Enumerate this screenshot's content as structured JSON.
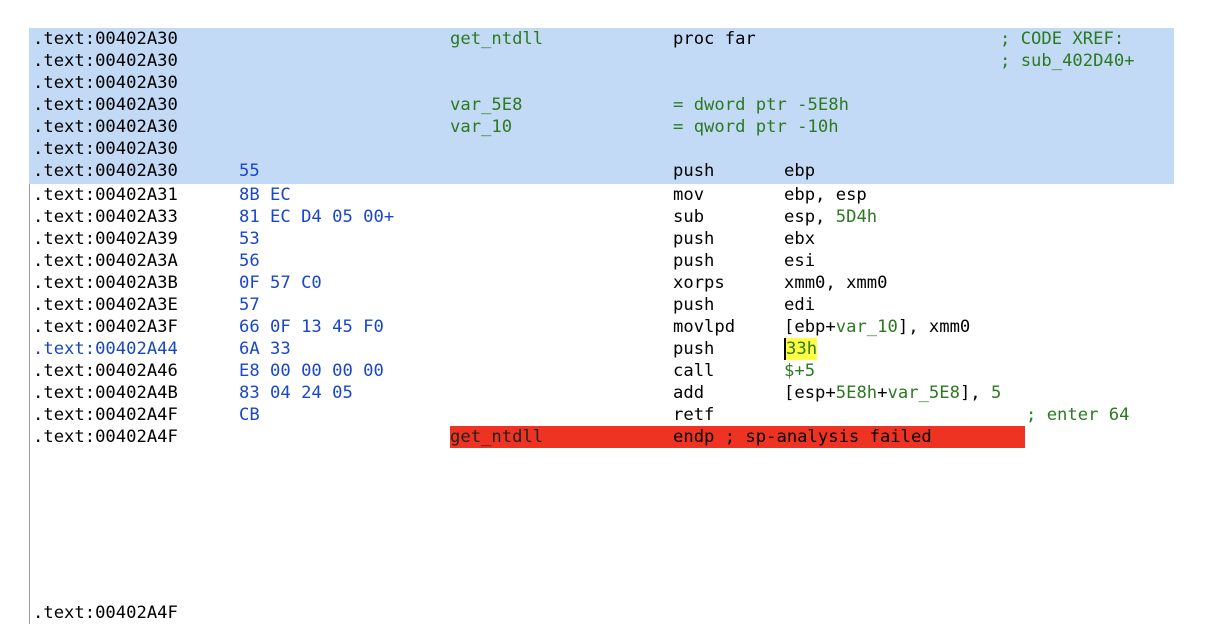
{
  "listing": {
    "rows": [
      {
        "addr": ".text:00402A30",
        "bytes": "",
        "name": "get_ntdll",
        "mnem": "proc far",
        "ops": "",
        "cmt": "; CODE XREF:"
      },
      {
        "addr": ".text:00402A30",
        "bytes": "",
        "name": "",
        "mnem": "",
        "ops": "",
        "cmt": "; sub_402D40+"
      },
      {
        "addr": ".text:00402A30",
        "bytes": "",
        "name": "",
        "mnem": "",
        "ops": "",
        "cmt": ""
      },
      {
        "addr": ".text:00402A30",
        "bytes": "",
        "name": "var_5E8",
        "mnem": "= dword ptr -5E8h",
        "ops": "",
        "cmt": ""
      },
      {
        "addr": ".text:00402A30",
        "bytes": "",
        "name": "var_10",
        "mnem": "= qword ptr -10h",
        "ops": "",
        "cmt": ""
      },
      {
        "addr": ".text:00402A30",
        "bytes": "",
        "name": "",
        "mnem": "",
        "ops": "",
        "cmt": ""
      },
      {
        "addr": ".text:00402A30",
        "bytes": "55",
        "name": "",
        "mnem": "push",
        "ops": "ebp",
        "cmt": ""
      },
      {
        "addr": ".text:00402A31",
        "bytes": "8B EC",
        "name": "",
        "mnem": "mov",
        "ops": "ebp, esp",
        "cmt": ""
      },
      {
        "addr": ".text:00402A33",
        "bytes": "81 EC D4 05 00+",
        "name": "",
        "mnem": "sub",
        "ops": "esp, 5D4h",
        "cmt": ""
      },
      {
        "addr": ".text:00402A39",
        "bytes": "53",
        "name": "",
        "mnem": "push",
        "ops": "ebx",
        "cmt": ""
      },
      {
        "addr": ".text:00402A3A",
        "bytes": "56",
        "name": "",
        "mnem": "push",
        "ops": "esi",
        "cmt": ""
      },
      {
        "addr": ".text:00402A3B",
        "bytes": "0F 57 C0",
        "name": "",
        "mnem": "xorps",
        "ops": "xmm0, xmm0",
        "cmt": ""
      },
      {
        "addr": ".text:00402A3E",
        "bytes": "57",
        "name": "",
        "mnem": "push",
        "ops": "edi",
        "cmt": ""
      },
      {
        "addr": ".text:00402A3F",
        "bytes": "66 0F 13 45 F0",
        "name": "",
        "mnem": "movlpd",
        "ops": "[ebp+var_10], xmm0",
        "cmt": ""
      },
      {
        "addr": ".text:00402A44",
        "bytes": "6A 33",
        "name": "",
        "mnem": "push",
        "ops": "33h",
        "cmt": ""
      },
      {
        "addr": ".text:00402A46",
        "bytes": "E8 00 00 00 00",
        "name": "",
        "mnem": "call",
        "ops": "$+5",
        "cmt": ""
      },
      {
        "addr": ".text:00402A4B",
        "bytes": "83 04 24 05",
        "name": "",
        "mnem": "add",
        "ops": "[esp+5E8h+var_5E8], 5",
        "cmt": ""
      },
      {
        "addr": ".text:00402A4F",
        "bytes": "CB",
        "name": "",
        "mnem": "retf",
        "ops": "",
        "cmt": "; enter 64"
      },
      {
        "addr": ".text:00402A4F",
        "bytes": "",
        "name": "get_ntdll",
        "mnem": "endp ; sp-analysis failed",
        "ops": "",
        "cmt": ""
      }
    ],
    "cut_row": ".text:00402A4F"
  },
  "colors": {
    "highlight": "#c2daf5",
    "bytes": "#1a47c8",
    "names": "#2b7a20",
    "error": "#ef3322",
    "cursor": "#ffff44"
  }
}
